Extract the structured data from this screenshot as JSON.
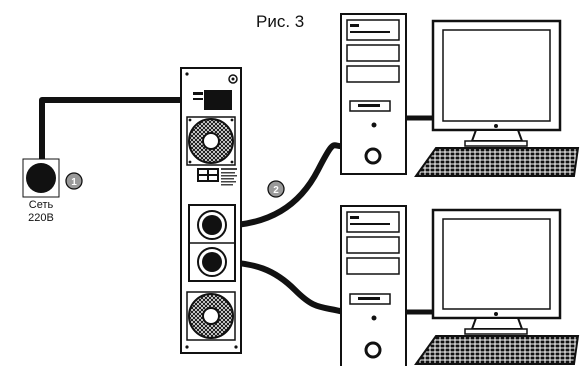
{
  "figure": {
    "title": "Рис. 3",
    "outlet_label_line1": "Сеть",
    "outlet_label_line2": "220В",
    "marker_1": "1",
    "marker_2": "2"
  },
  "colors": {
    "ink": "#111111",
    "marker_fill": "#9a9a9a",
    "background": "#ffffff"
  },
  "icons": [
    "power-outlet-icon",
    "ups-unit",
    "fan-grille-icon",
    "socket-icon",
    "pc-tower-icon",
    "crt-monitor-icon",
    "keyboard-icon",
    "floppy-drive-icon"
  ]
}
